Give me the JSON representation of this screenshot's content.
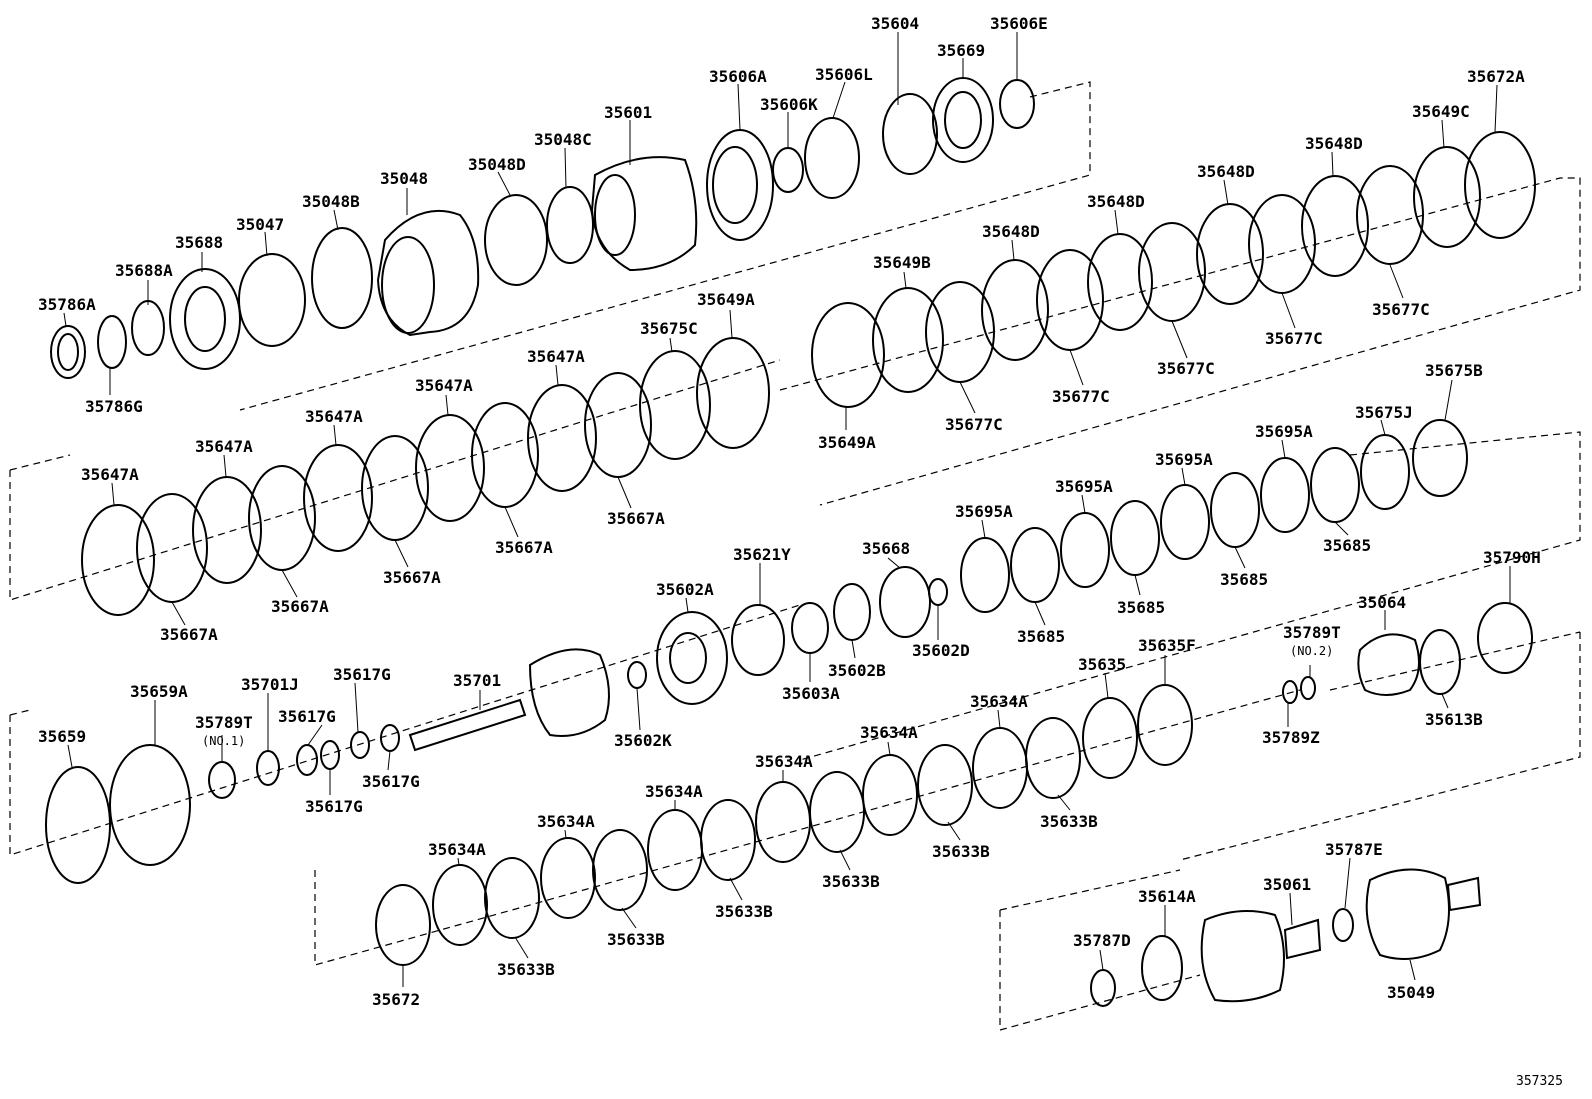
{
  "diagram_id": "357325",
  "labels": [
    {
      "t": "35604"
    },
    {
      "t": "35606E"
    },
    {
      "t": "35669"
    },
    {
      "t": "35606A"
    },
    {
      "t": "35606L"
    },
    {
      "t": "35606K"
    },
    {
      "t": "35601"
    },
    {
      "t": "35048C"
    },
    {
      "t": "35048D"
    },
    {
      "t": "35048"
    },
    {
      "t": "35048B"
    },
    {
      "t": "35047"
    },
    {
      "t": "35688"
    },
    {
      "t": "35688A"
    },
    {
      "t": "35786A"
    },
    {
      "t": "35786G"
    },
    {
      "t": "35672A"
    },
    {
      "t": "35649C"
    },
    {
      "t": "35648D"
    },
    {
      "t": "35648D"
    },
    {
      "t": "35648D"
    },
    {
      "t": "35648D"
    },
    {
      "t": "35649B"
    },
    {
      "t": "35677C"
    },
    {
      "t": "35677C"
    },
    {
      "t": "35677C"
    },
    {
      "t": "35677C"
    },
    {
      "t": "35677C"
    },
    {
      "t": "35649A"
    },
    {
      "t": "35649A"
    },
    {
      "t": "35675C"
    },
    {
      "t": "35647A"
    },
    {
      "t": "35647A"
    },
    {
      "t": "35647A"
    },
    {
      "t": "35647A"
    },
    {
      "t": "35647A"
    },
    {
      "t": "35667A"
    },
    {
      "t": "35667A"
    },
    {
      "t": "35667A"
    },
    {
      "t": "35667A"
    },
    {
      "t": "35667A"
    },
    {
      "t": "35675B"
    },
    {
      "t": "35675J"
    },
    {
      "t": "35695A"
    },
    {
      "t": "35695A"
    },
    {
      "t": "35695A"
    },
    {
      "t": "35695A"
    },
    {
      "t": "35685"
    },
    {
      "t": "35685"
    },
    {
      "t": "35685"
    },
    {
      "t": "35685"
    },
    {
      "t": "35668"
    },
    {
      "t": "35621Y"
    },
    {
      "t": "35602A"
    },
    {
      "t": "35602D"
    },
    {
      "t": "35602B"
    },
    {
      "t": "35603A"
    },
    {
      "t": "35602K"
    },
    {
      "t": "35790H"
    },
    {
      "t": "35064"
    },
    {
      "t": "35789T"
    },
    {
      "t": "(NO.2)"
    },
    {
      "t": "35789Z"
    },
    {
      "t": "35613B"
    },
    {
      "t": "35635F"
    },
    {
      "t": "35635"
    },
    {
      "t": "35701"
    },
    {
      "t": "35659A"
    },
    {
      "t": "35659"
    },
    {
      "t": "35701J"
    },
    {
      "t": "35617G"
    },
    {
      "t": "35617G"
    },
    {
      "t": "35617G"
    },
    {
      "t": "35617G"
    },
    {
      "t": "35789T"
    },
    {
      "t": "(NO.1)"
    },
    {
      "t": "35634A"
    },
    {
      "t": "35634A"
    },
    {
      "t": "35634A"
    },
    {
      "t": "35634A"
    },
    {
      "t": "35634A"
    },
    {
      "t": "35634A"
    },
    {
      "t": "35633B"
    },
    {
      "t": "35633B"
    },
    {
      "t": "35633B"
    },
    {
      "t": "35633B"
    },
    {
      "t": "35633B"
    },
    {
      "t": "35633B"
    },
    {
      "t": "35672"
    },
    {
      "t": "35787E"
    },
    {
      "t": "35614A"
    },
    {
      "t": "35061"
    },
    {
      "t": "35787D"
    },
    {
      "t": "35049"
    }
  ]
}
